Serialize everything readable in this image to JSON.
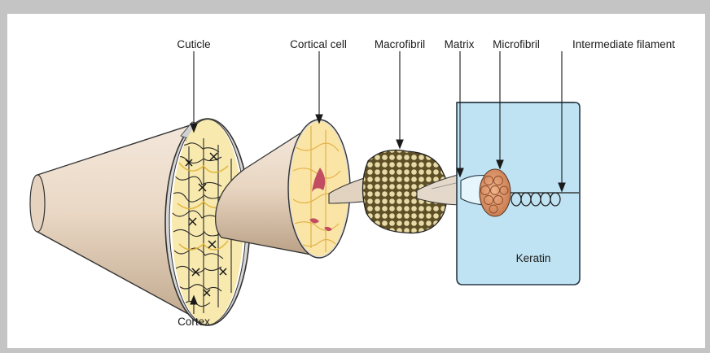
{
  "diagram": {
    "labels": {
      "cuticle": "Cuticle",
      "cortical_cell": "Cortical cell",
      "macrofibril": "Macrofibril",
      "matrix": "Matrix",
      "microfibril": "Microfibril",
      "intermediate_filament": "Intermediate filament",
      "keratin": "Keratin",
      "cortex": "Cortex"
    }
  },
  "colors": {
    "border": "#c4c4c4",
    "hair_skin": "#ecdccb",
    "hair_shadow": "#b59e86",
    "cortex_fill": "#f7e7a3",
    "cell_line": "#e8c24d",
    "nucleus": "#c24d62",
    "macro_fill": "#6a5a2e",
    "macro_dots": "#e3d7a0",
    "keratin_fill": "#bfe3f2",
    "keratin_stroke": "#2a3a47",
    "micro_fill": "#e39a6f"
  }
}
